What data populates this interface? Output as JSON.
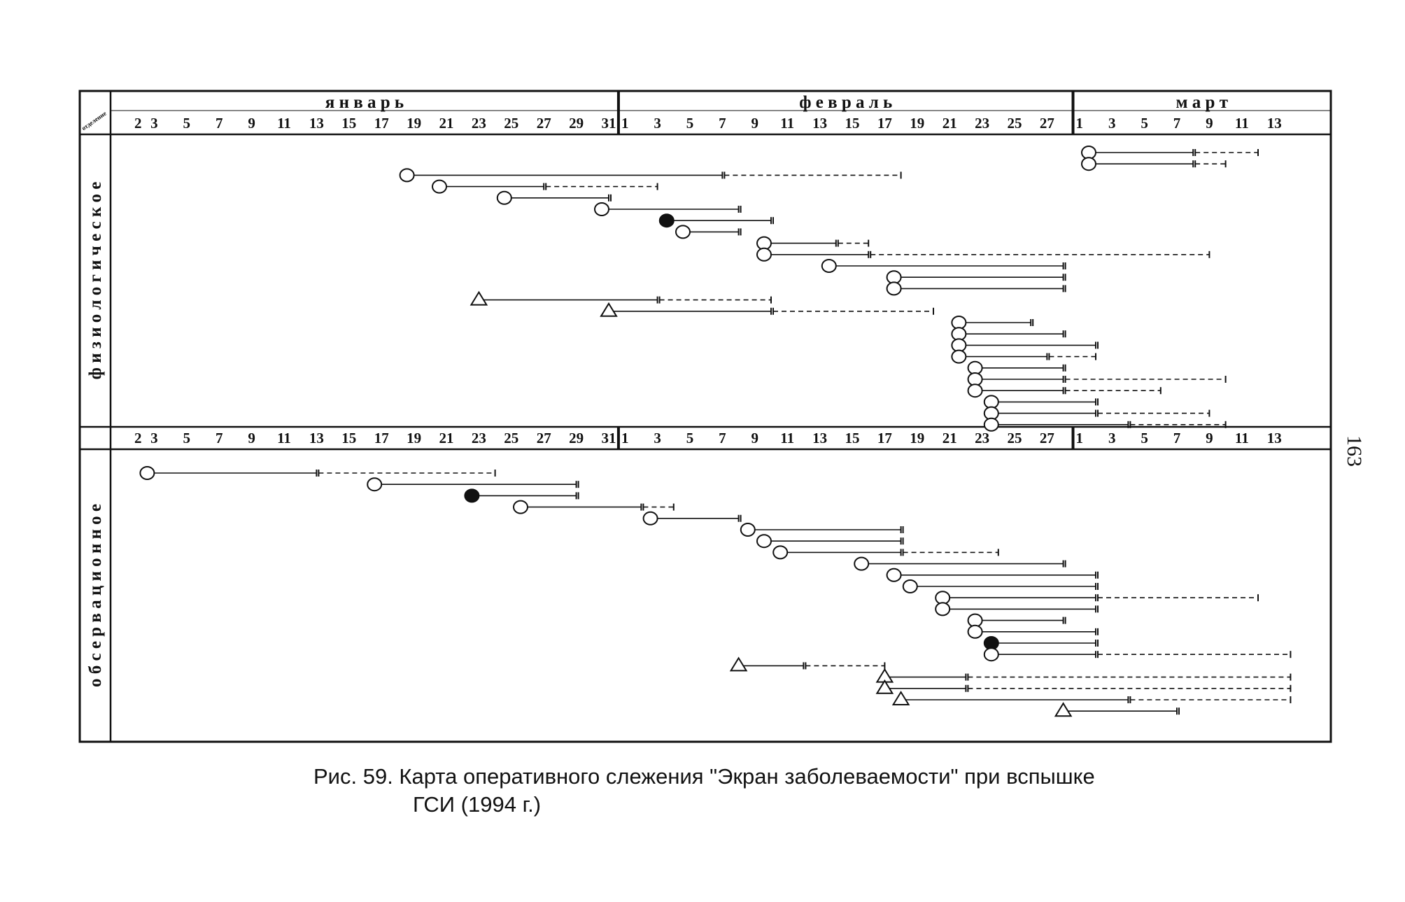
{
  "caption": {
    "line1": "Рис. 59.  Карта оперативного слежения \"Экран заболеваемости\" при вспышке",
    "line2": "ГСИ (1994 г.)"
  },
  "page_number": "163",
  "chart_data": {
    "type": "timeline",
    "corner_label": "отделение",
    "months": [
      {
        "label": "я н в а р ь",
        "first_day": 1,
        "last_day": 31
      },
      {
        "label": "ф е в р а л ь",
        "first_day": 1,
        "last_day": 28
      },
      {
        "label": "м а р т",
        "first_day": 1,
        "last_day": 13
      }
    ],
    "tick_labels": [
      [
        "2",
        "3",
        "5",
        "7",
        "9",
        "11",
        "13",
        "15",
        "17",
        "19",
        "21",
        "23",
        "25",
        "27",
        "29",
        "31"
      ],
      [
        "1",
        "3",
        "5",
        "7",
        "9",
        "11",
        "13",
        "15",
        "17",
        "19",
        "21",
        "23",
        "25",
        "27"
      ],
      [
        "1",
        "3",
        "5",
        "7",
        "9",
        "11",
        "13"
      ]
    ],
    "legend_marks": {
      "open_circle": "○",
      "filled_circle": "●",
      "triangle": "△"
    },
    "sections": [
      {
        "label": "ф и з и о л о г и ч е с к о е",
        "records": [
          {
            "marker": "open_circle",
            "start": "03-02",
            "solid_end": "03-08",
            "dash_end": "03-12"
          },
          {
            "marker": "open_circle",
            "start": "03-02",
            "solid_end": "03-08",
            "dash_end": "03-10"
          },
          {
            "marker": "open_circle",
            "start": "01-19",
            "solid_end": "02-07",
            "dash_end": "02-18"
          },
          {
            "marker": "open_circle",
            "start": "01-21",
            "solid_end": "01-27",
            "dash_end": "02-03"
          },
          {
            "marker": "open_circle",
            "start": "01-25",
            "solid_end": "01-31",
            "dash_end": null
          },
          {
            "marker": "open_circle",
            "start": "01-31",
            "solid_end": "02-08",
            "dash_end": null
          },
          {
            "marker": "filled_circle",
            "start": "02-04",
            "solid_end": "02-10",
            "dash_end": null
          },
          {
            "marker": "open_circle",
            "start": "02-05",
            "solid_end": "02-08",
            "dash_end": null
          },
          {
            "marker": "open_circle",
            "start": "02-10",
            "solid_end": "02-14",
            "dash_end": "02-16"
          },
          {
            "marker": "open_circle",
            "start": "02-10",
            "solid_end": "02-16",
            "dash_end": "03-09"
          },
          {
            "marker": "open_circle",
            "start": "02-14",
            "solid_end": "02-28",
            "dash_end": null
          },
          {
            "marker": "open_circle",
            "start": "02-18",
            "solid_end": "02-28",
            "dash_end": null
          },
          {
            "marker": "open_circle",
            "start": "02-18",
            "solid_end": "02-28",
            "dash_end": null
          },
          {
            "marker": "triangle",
            "start": "01-23",
            "solid_end": "02-03",
            "dash_end": "02-10"
          },
          {
            "marker": "triangle",
            "start": "01-31",
            "solid_end": "02-10",
            "dash_end": "02-20"
          },
          {
            "marker": "open_circle",
            "start": "02-22",
            "solid_end": "02-26",
            "dash_end": null
          },
          {
            "marker": "open_circle",
            "start": "02-22",
            "solid_end": "02-28",
            "dash_end": null
          },
          {
            "marker": "open_circle",
            "start": "02-22",
            "solid_end": "03-02",
            "dash_end": null
          },
          {
            "marker": "open_circle",
            "start": "02-22",
            "solid_end": "02-27",
            "dash_end": "03-02"
          },
          {
            "marker": "open_circle",
            "start": "02-23",
            "solid_end": "02-28",
            "dash_end": null
          },
          {
            "marker": "open_circle",
            "start": "02-23",
            "solid_end": "02-28",
            "dash_end": "03-10"
          },
          {
            "marker": "open_circle",
            "start": "02-23",
            "solid_end": "02-28",
            "dash_end": "03-06"
          },
          {
            "marker": "open_circle",
            "start": "02-24",
            "solid_end": "03-02",
            "dash_end": null
          },
          {
            "marker": "open_circle",
            "start": "02-24",
            "solid_end": "03-02",
            "dash_end": "03-09"
          },
          {
            "marker": "open_circle",
            "start": "02-24",
            "solid_end": "03-04",
            "dash_end": "03-10"
          }
        ]
      },
      {
        "label": "о б с е р в а ц и о н н о е",
        "records": [
          {
            "marker": "open_circle",
            "start": "01-03",
            "solid_end": "01-13",
            "dash_end": "01-24"
          },
          {
            "marker": "open_circle",
            "start": "01-17",
            "solid_end": "01-29",
            "dash_end": null
          },
          {
            "marker": "filled_circle",
            "start": "01-23",
            "solid_end": "01-29",
            "dash_end": null
          },
          {
            "marker": "open_circle",
            "start": "01-26",
            "solid_end": "02-02",
            "dash_end": "02-04"
          },
          {
            "marker": "open_circle",
            "start": "02-03",
            "solid_end": "02-08",
            "dash_end": null
          },
          {
            "marker": "open_circle",
            "start": "02-09",
            "solid_end": "02-18",
            "dash_end": null
          },
          {
            "marker": "open_circle",
            "start": "02-10",
            "solid_end": "02-18",
            "dash_end": null
          },
          {
            "marker": "open_circle",
            "start": "02-11",
            "solid_end": "02-18",
            "dash_end": "02-24"
          },
          {
            "marker": "open_circle",
            "start": "02-16",
            "solid_end": "02-28",
            "dash_end": null
          },
          {
            "marker": "open_circle",
            "start": "02-18",
            "solid_end": "03-02",
            "dash_end": null
          },
          {
            "marker": "open_circle",
            "start": "02-19",
            "solid_end": "03-02",
            "dash_end": null
          },
          {
            "marker": "open_circle",
            "start": "02-21",
            "solid_end": "03-02",
            "dash_end": "03-12"
          },
          {
            "marker": "open_circle",
            "start": "02-21",
            "solid_end": "03-02",
            "dash_end": null
          },
          {
            "marker": "open_circle",
            "start": "02-23",
            "solid_end": "02-28",
            "dash_end": null
          },
          {
            "marker": "open_circle",
            "start": "02-23",
            "solid_end": "03-02",
            "dash_end": null
          },
          {
            "marker": "filled_circle",
            "start": "02-24",
            "solid_end": "03-02",
            "dash_end": null
          },
          {
            "marker": "open_circle",
            "start": "02-24",
            "solid_end": "03-02",
            "dash_end": "03-14"
          },
          {
            "marker": "triangle",
            "start": "02-08",
            "solid_end": "02-12",
            "dash_end": "02-17"
          },
          {
            "marker": "triangle",
            "start": "02-17",
            "solid_end": "02-22",
            "dash_end": "03-14"
          },
          {
            "marker": "triangle",
            "start": "02-17",
            "solid_end": "02-22",
            "dash_end": "03-14"
          },
          {
            "marker": "triangle",
            "start": "02-18",
            "solid_end": "03-04",
            "dash_end": "03-14"
          },
          {
            "marker": "triangle",
            "start": "02-28",
            "solid_end": "03-07",
            "dash_end": null
          }
        ]
      }
    ]
  }
}
